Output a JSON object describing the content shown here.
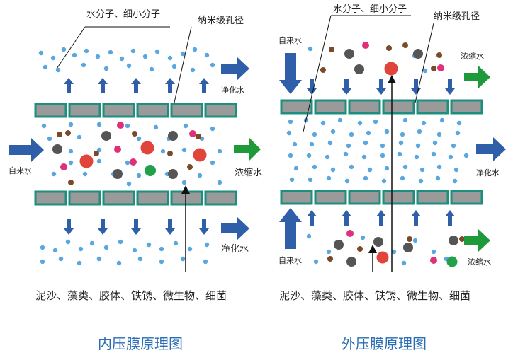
{
  "left_panel": {
    "title": "内压膜原理图",
    "water_molecules_label": "水分子、细小分子",
    "nano_pore_label": "纳米级孔径",
    "tap_water_label": "自来水",
    "concentrate_label": "浓缩水",
    "purified_top_label": "净化水",
    "purified_bottom_label": "净化水",
    "contaminants_label": "泥沙、藻类、胶体、铁锈、微生物、细菌"
  },
  "right_panel": {
    "title": "外压膜原理图",
    "water_molecules_label": "水分子、细小分子",
    "nano_pore_label": "纳米级孔径",
    "tap_water_top_label": "自来水",
    "tap_water_bottom_label": "自来水",
    "concentrate_top_label": "浓缩水",
    "concentrate_bottom_label": "浓缩水",
    "purified_label": "净化水",
    "contaminants_label": "泥沙、藻类、胶体、铁锈、微生物、细菌"
  },
  "colors": {
    "membrane_fill": "#9a9a9a",
    "membrane_border": "#1e8f7e",
    "blue_arrow": "#2f5fa8",
    "green_arrow": "#1f9a3a",
    "small_molecule": "#5aa7df",
    "red_particle": "#e0443a",
    "pink_particle": "#e0307a",
    "brown_particle": "#7a4a2a",
    "gray_particle": "#555555",
    "green_particle": "#23a04a",
    "title": "#2a6db5"
  }
}
